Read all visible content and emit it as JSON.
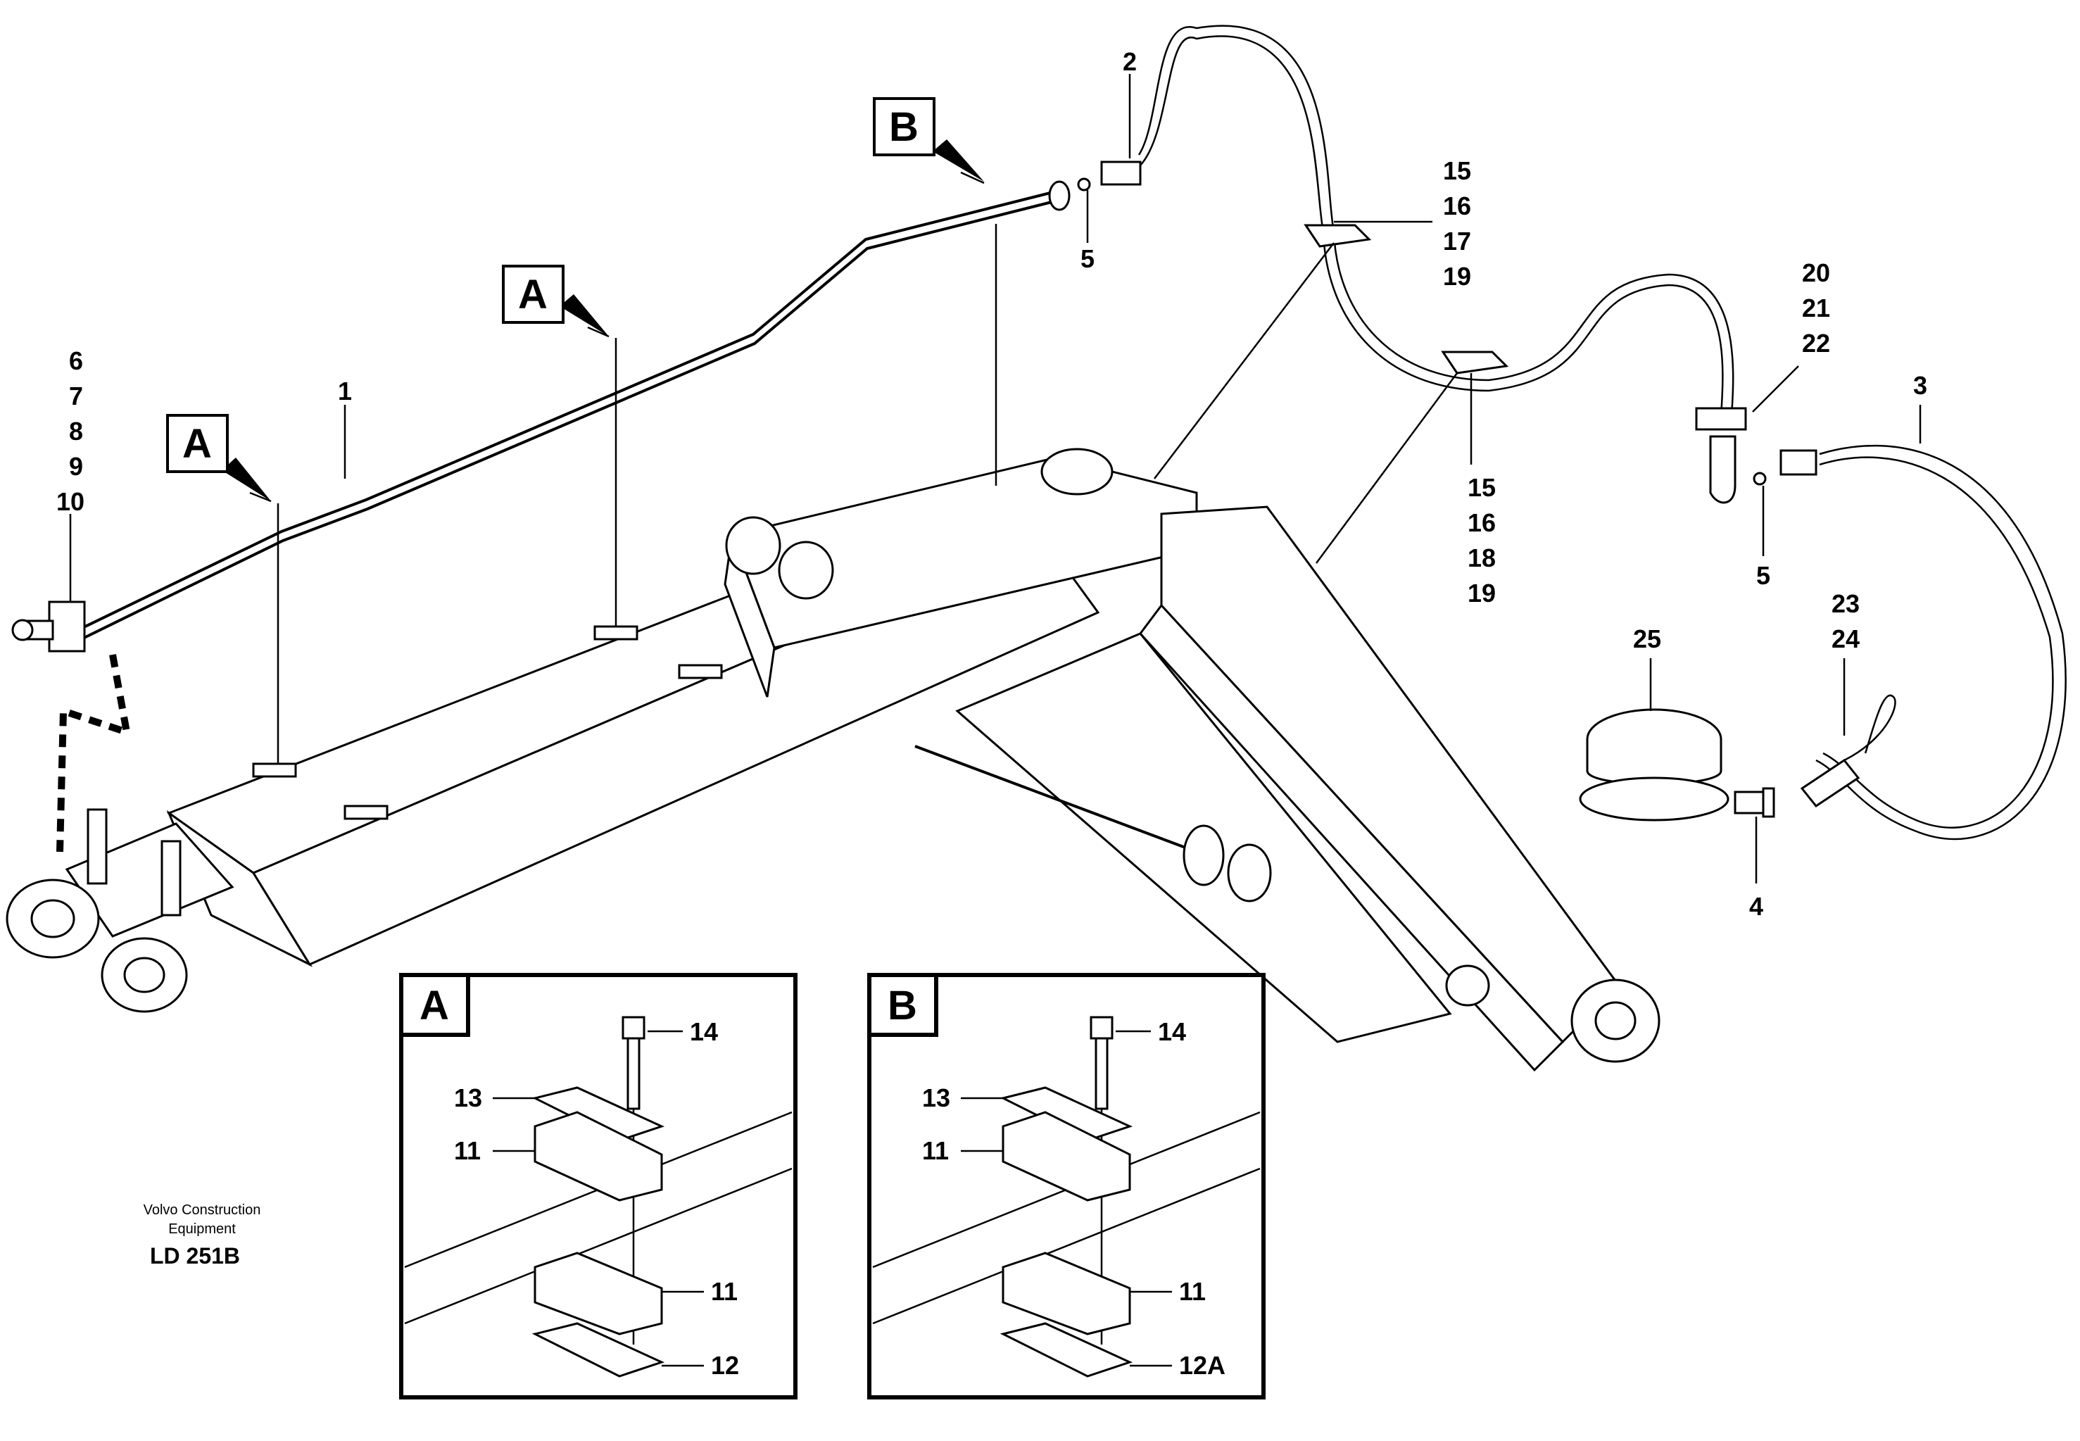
{
  "callouts": {
    "n1": "1",
    "n2": "2",
    "n3": "3",
    "n4": "4",
    "n5a": "5",
    "n5b": "5",
    "n6": "6",
    "n7": "7",
    "n8": "8",
    "n9": "9",
    "n10": "10",
    "n15a": "15",
    "n16a": "16",
    "n17a": "17",
    "n19a": "19",
    "n15b": "15",
    "n16b": "16",
    "n18b": "18",
    "n19b": "19",
    "n20": "20",
    "n21": "21",
    "n22": "22",
    "n23": "23",
    "n24": "24",
    "n25": "25"
  },
  "section_tags": {
    "a1": "A",
    "a2": "A",
    "b1": "B"
  },
  "detail_a": {
    "tag": "A",
    "l14": "14",
    "l13": "13",
    "l11top": "11",
    "l11bot": "11",
    "l12": "12"
  },
  "detail_b": {
    "tag": "B",
    "l14": "14",
    "l13": "13",
    "l11top": "11",
    "l11bot": "11",
    "l12": "12A"
  },
  "footer": {
    "company_line1": "Volvo Construction",
    "company_line2": "Equipment",
    "code": "LD 251B"
  }
}
